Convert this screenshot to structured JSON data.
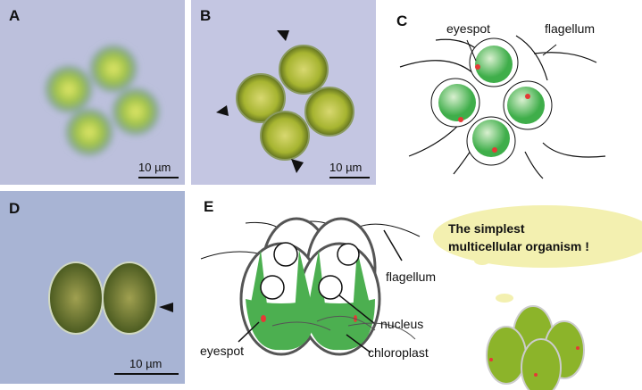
{
  "panels": {
    "a": {
      "label": "A",
      "scale": "10 µm"
    },
    "b": {
      "label": "B",
      "scale": "10 µm"
    },
    "c": {
      "label": "C",
      "eyespot": "eyespot",
      "flagellum": "flagellum"
    },
    "d": {
      "label": "D",
      "scale": "10 µm"
    },
    "e": {
      "label": "E",
      "flagellum": "flagellum",
      "nucleus": "nucleus",
      "eyespot": "eyespot",
      "chloroplast": "chloroplast",
      "bubble_line1": "The simplest",
      "bubble_line2": "multicellular organism  !"
    }
  },
  "colors": {
    "cell_green": "#4caf50",
    "eyespot_red": "#e53935",
    "bubble": "#f3f0b0",
    "micro_bg": "#bcc0dc"
  }
}
